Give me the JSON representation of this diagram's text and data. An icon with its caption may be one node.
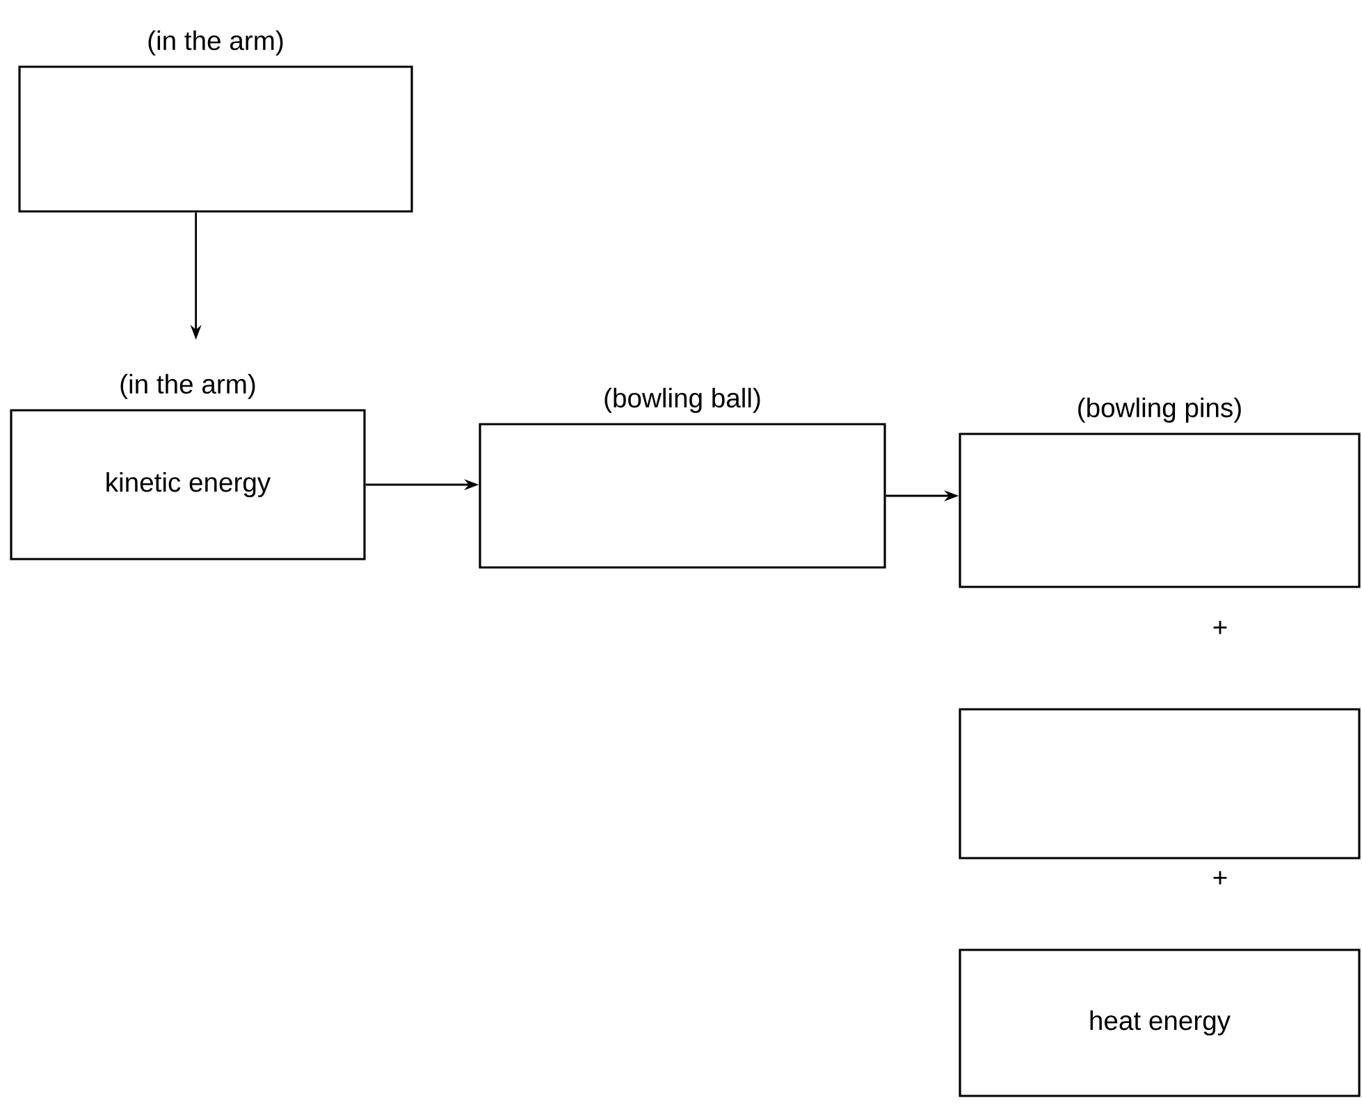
{
  "diagram": {
    "nodes": [
      {
        "text": [
          "(in the arm)"
        ]
      },
      {
        "text": [
          "(in the arm)",
          "kinetic energy"
        ]
      },
      {
        "text": [
          "(bowling ball)"
        ]
      },
      {
        "text": [
          "(bowling pins)"
        ]
      },
      {
        "text": [],
        "shape": "box"
      },
      {
        "text": [
          "heat energy"
        ]
      }
    ],
    "edges": [
      {
        "from": 0,
        "to": 1,
        "arrow": "to"
      },
      {
        "from": 1,
        "to": 2,
        "arrow": "to"
      },
      {
        "from": 2,
        "to": 3,
        "arrow": "to"
      }
    ],
    "labels": [
      "+",
      "+"
    ]
  }
}
